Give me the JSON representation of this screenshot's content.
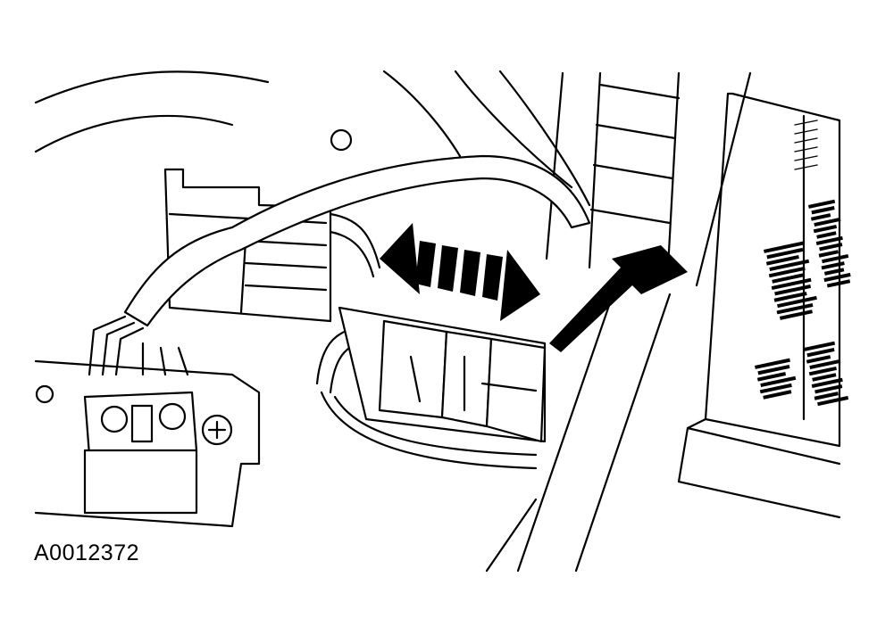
{
  "figure": {
    "id_label": "A0012372",
    "line_color": "#000000",
    "background": "#ffffff"
  },
  "callouts": [
    {
      "name": "double-headed-arrow",
      "meaning": "connector-disconnect-direction"
    },
    {
      "name": "pointer-arrow",
      "meaning": "points-to-connector"
    }
  ]
}
